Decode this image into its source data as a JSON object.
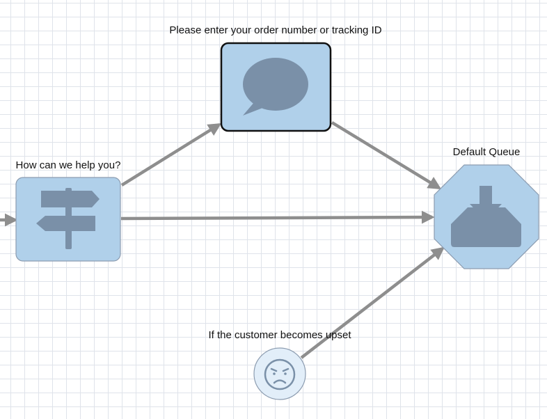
{
  "diagram": {
    "title": "",
    "nodes": [
      {
        "id": "menu",
        "type": "menu",
        "icon": "signpost-icon",
        "label": "How can we help you?"
      },
      {
        "id": "prompt",
        "type": "prompt",
        "icon": "speech-bubble-icon",
        "label": "Please enter your order number or tracking ID",
        "selected": true
      },
      {
        "id": "queue",
        "type": "queue",
        "icon": "inbox-download-icon",
        "label": "Default Queue"
      },
      {
        "id": "sentiment",
        "type": "sentiment-trigger",
        "icon": "angry-face-icon",
        "label": "If the customer becomes upset"
      }
    ],
    "edges": [
      {
        "from": "entry",
        "to": "menu"
      },
      {
        "from": "menu",
        "to": "prompt"
      },
      {
        "from": "menu",
        "to": "queue"
      },
      {
        "from": "prompt",
        "to": "queue"
      },
      {
        "from": "sentiment",
        "to": "queue"
      }
    ]
  },
  "colors": {
    "node_fill": "#b0d0ea",
    "node_stroke": "#8c9cb0",
    "selected_stroke": "#111111",
    "icon_fill": "#7a90a8",
    "sentiment_fill": "#e2eef9",
    "edge": "#8e8e8e",
    "grid": "#dfe3ea"
  }
}
